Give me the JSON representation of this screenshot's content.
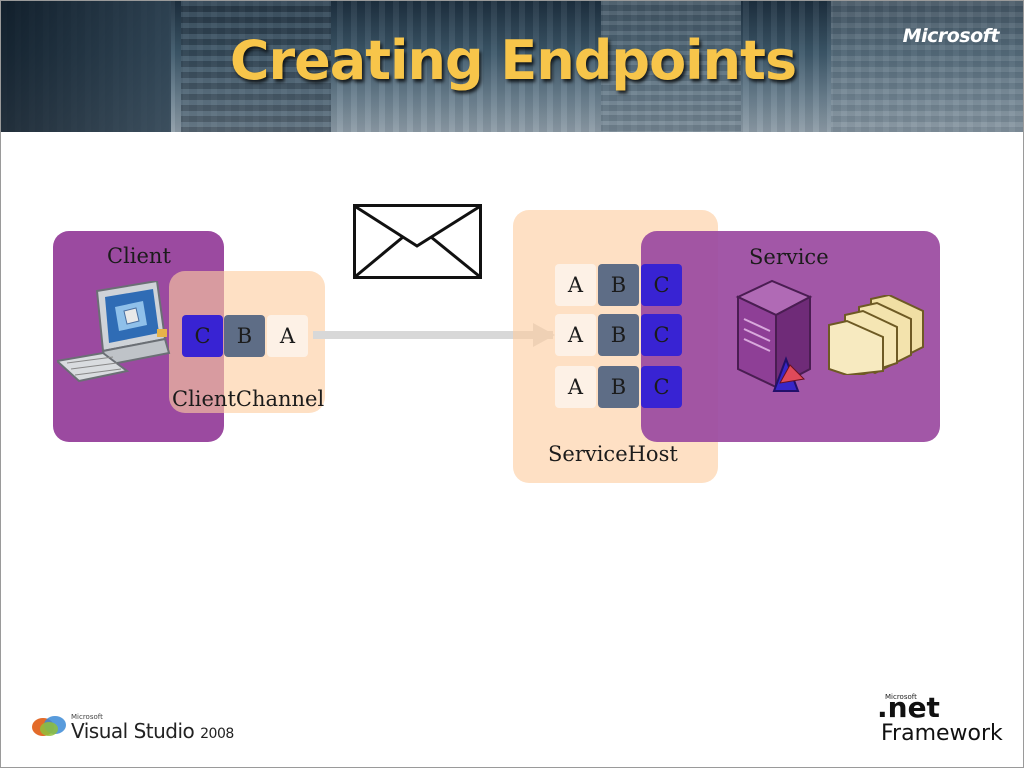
{
  "header": {
    "title": "Creating Endpoints",
    "brand": "Microsoft"
  },
  "diagram": {
    "client": {
      "label": "Client"
    },
    "client_channel": {
      "label": "ClientChannel",
      "cells": [
        "C",
        "B",
        "A"
      ]
    },
    "service_host": {
      "label": "ServiceHost",
      "rows": [
        [
          "A",
          "B",
          "C"
        ],
        [
          "A",
          "B",
          "C"
        ],
        [
          "A",
          "B",
          "C"
        ]
      ]
    },
    "service": {
      "label": "Service"
    }
  },
  "footer": {
    "vs_brand": "Microsoft",
    "vs_product": "Visual Studio",
    "vs_year": "2008",
    "net_brand": "Microsoft",
    "net_logo": ".net",
    "net_framework": "Framework"
  },
  "colors": {
    "purple_box": "#9b4aa0",
    "peach_box": "#fdcda0",
    "cell_a": "#fdf1e6",
    "cell_b": "#5e6d86",
    "cell_c": "#3823d3",
    "title_gold": "#f7c54a"
  },
  "icons": [
    "envelope-icon",
    "computer-icon",
    "server-icon",
    "folders-icon",
    "visual-studio-logo-icon"
  ]
}
